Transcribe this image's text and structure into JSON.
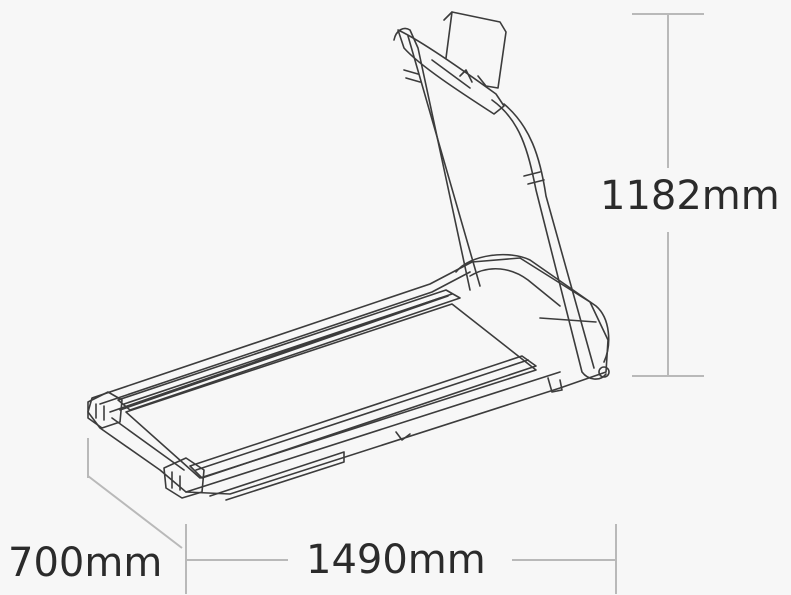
{
  "dimensions": {
    "height": "1182mm",
    "length": "1490mm",
    "width": "700mm"
  },
  "colors": {
    "background": "#f7f7f7",
    "line": "#3c3c3c",
    "dimension_line": "#b9b9b9",
    "text": "#2b2b2b"
  },
  "icons": [
    "treadmill-drawing"
  ]
}
